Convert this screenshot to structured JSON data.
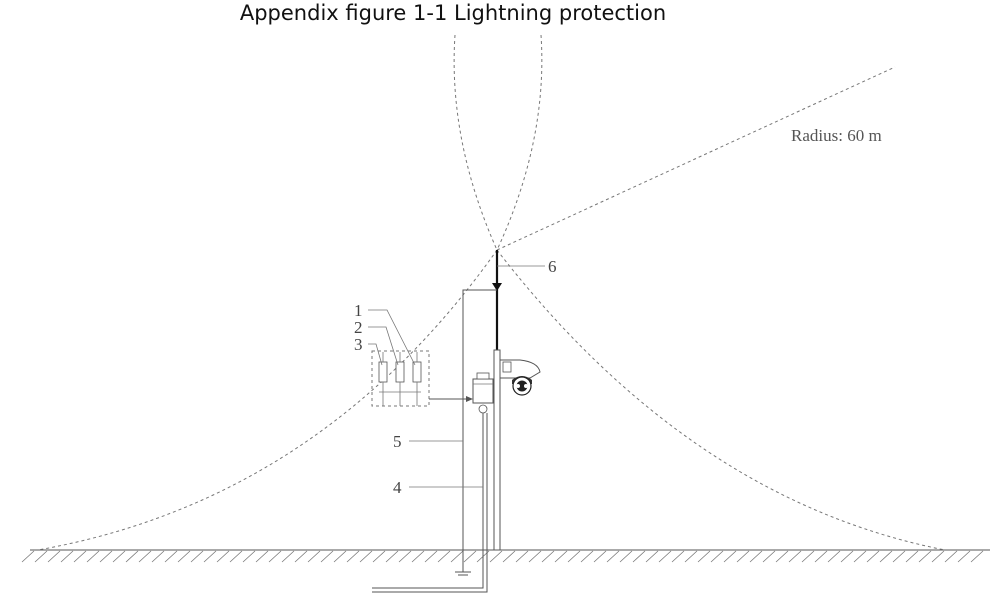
{
  "figure": {
    "title": "Appendix figure 1-1 Lightning protection",
    "radius_label": "Radius: 60 m",
    "callouts": [
      "1",
      "2",
      "3",
      "4",
      "5",
      "6"
    ]
  }
}
